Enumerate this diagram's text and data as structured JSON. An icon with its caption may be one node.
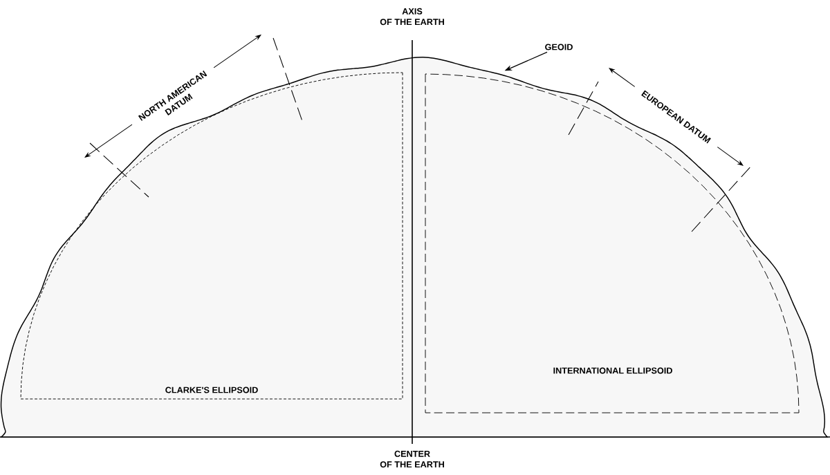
{
  "diagram": {
    "nodes": [
      {
        "text": [
          "GEOID"
        ]
      },
      {
        "text": [],
        "shape": "picture"
      }
    ],
    "edges": [
      {
        "from": 0,
        "to": 1,
        "arrow": "to"
      }
    ],
    "labels": [
      "AXIS OF THE EARTH",
      "NORTH AMERICAN DATUM",
      "EUROPEAN DATUM",
      "CLARKE'S ELLIPSOID",
      "INTERNATIONAL ELLIPSOID",
      "CENTER OF THE EARTH"
    ]
  }
}
